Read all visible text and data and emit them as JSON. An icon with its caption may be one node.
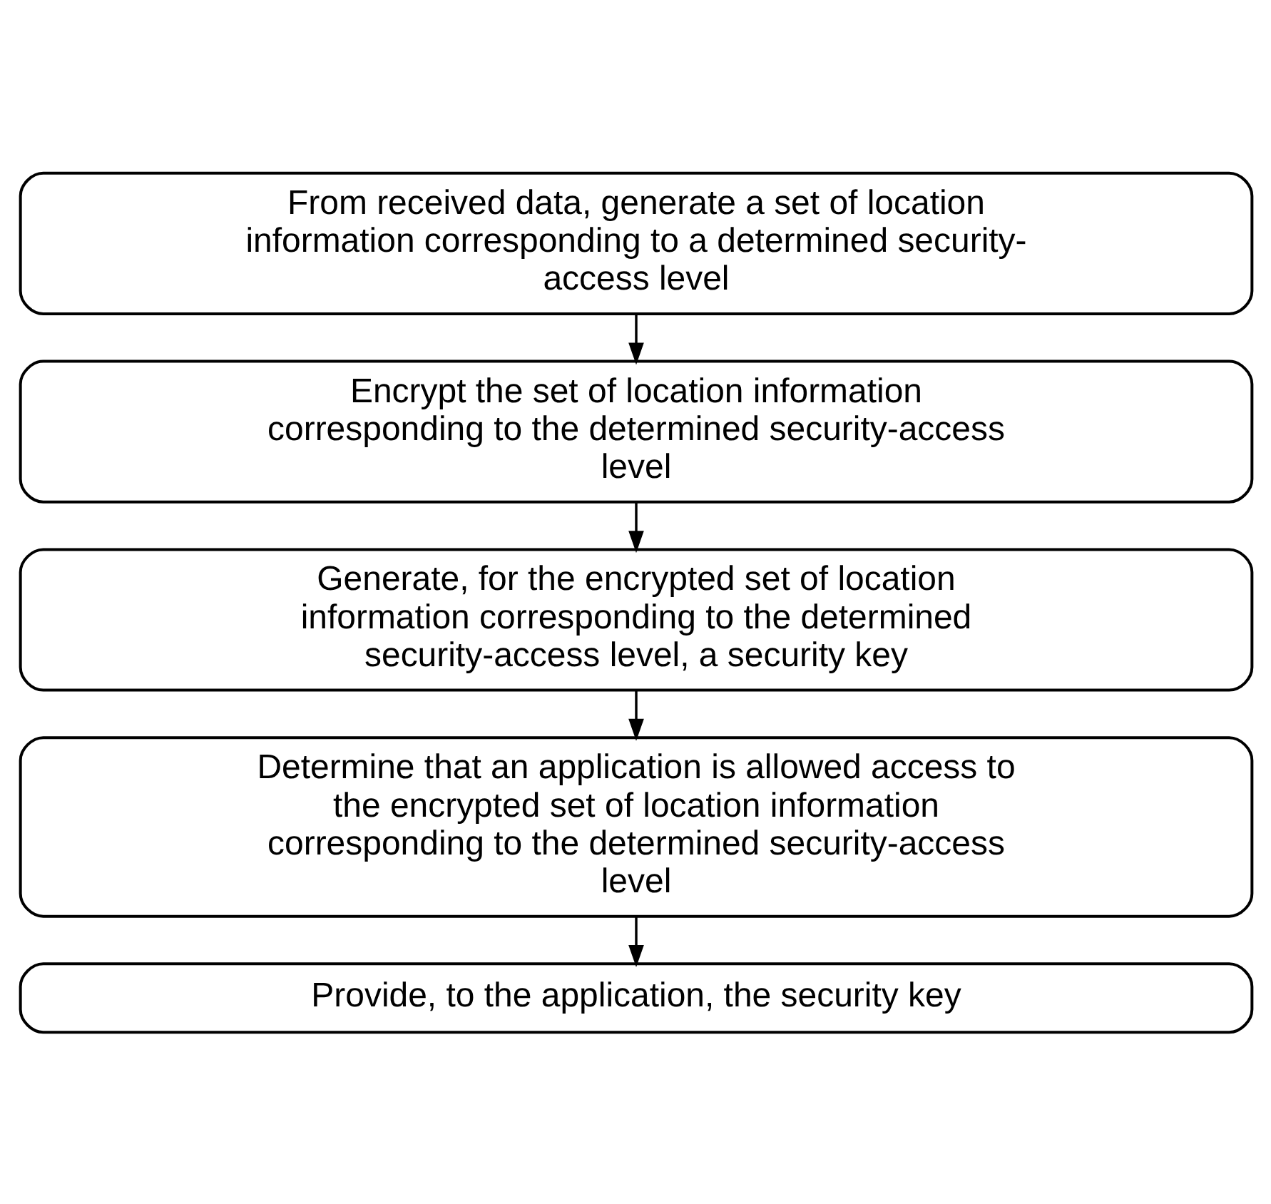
{
  "diagram": {
    "nodes": [
      {
        "text": [
          "From received data, generate a set of location information corresponding to a determined security-access level"
        ]
      },
      {
        "text": [
          "Encrypt the set of location information corresponding to the determined security-access level"
        ]
      },
      {
        "text": [
          "Generate, for the encrypted set of location information corresponding to the determined security-access level, a security key"
        ]
      },
      {
        "text": [
          "Determine that an application is allowed access to the encrypted set of location information corresponding to the determined security-access level"
        ]
      },
      {
        "text": [
          "Provide, to the application, the security key"
        ]
      }
    ],
    "edges": [
      {
        "from": 0,
        "to": 1,
        "arrow": "to"
      },
      {
        "from": 1,
        "to": 2,
        "arrow": "to"
      },
      {
        "from": 2,
        "to": 3,
        "arrow": "to"
      },
      {
        "from": 3,
        "to": 4,
        "arrow": "to"
      }
    ]
  }
}
